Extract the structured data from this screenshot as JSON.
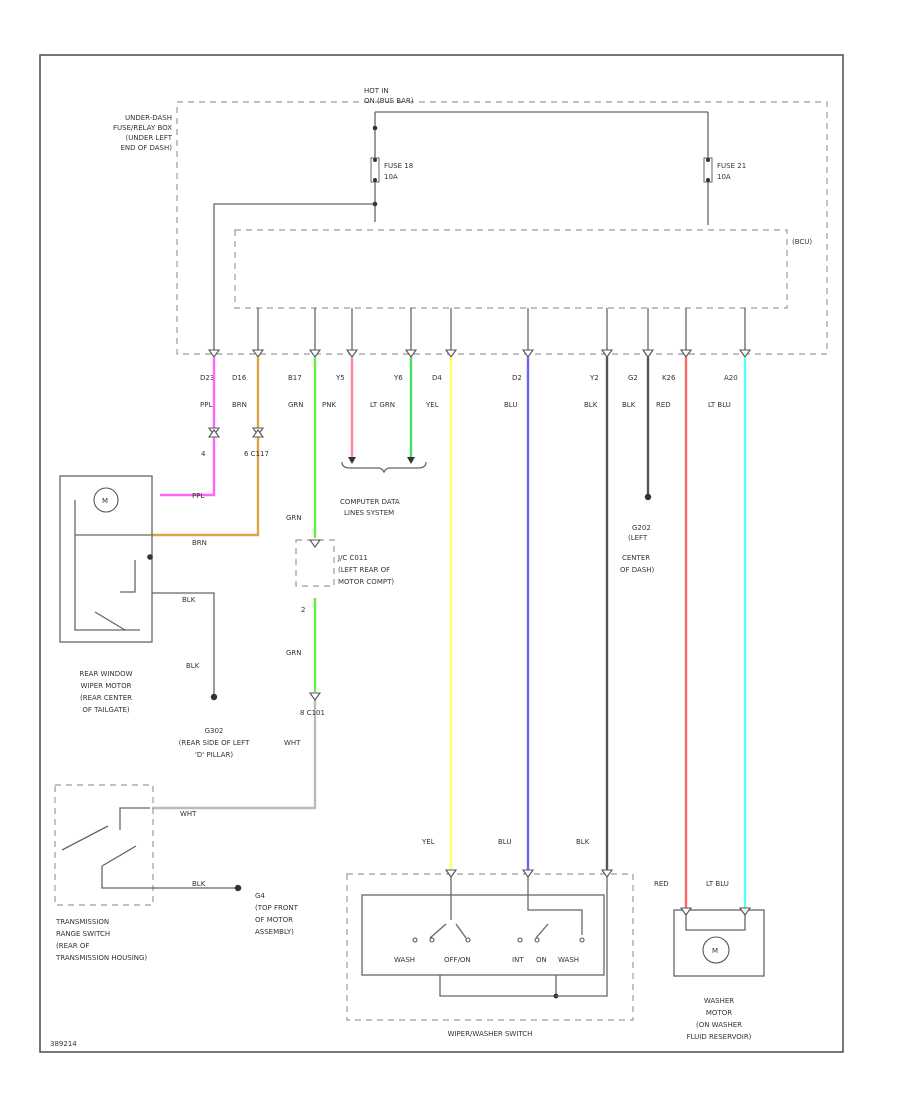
{
  "colors": {
    "ppl": "#ff66ff",
    "brn": "#d9a44a",
    "grn": "#66ee44",
    "pnk": "#ff8899",
    "ltgrn": "#44dd66",
    "yel": "#ffff66",
    "blu": "#6666ff",
    "blk": "#555555",
    "red": "#ff6666",
    "ltblu": "#55ffff",
    "wht": "#bbbbbb"
  },
  "labels": {
    "hot_in": "HOT IN",
    "bus_bar": "ON (BUS BAR)",
    "fusebox": [
      "UNDER-DASH",
      "FUSE/RELAY BOX",
      "(UNDER LEFT",
      "END OF DASH)"
    ],
    "fuse18": [
      "FUSE 18",
      "10A"
    ],
    "fuse21": [
      "FUSE 21",
      "10A"
    ],
    "bcu": "(BCU)",
    "pins": [
      "D23",
      "D16",
      "B17",
      "Y5",
      "Y6",
      "D4",
      "D2",
      "Y2",
      "G2",
      "K26",
      "A20"
    ],
    "wire_colors": [
      "PPL",
      "BRN",
      "GRN",
      "PNK",
      "LT GRN",
      "YEL",
      "BLU",
      "BLK",
      "BLK",
      "RED",
      "LT BLU"
    ],
    "c_left1": "4",
    "c_left2": "6  C117",
    "computer_data": [
      "COMPUTER DATA",
      "LINES SYSTEM"
    ],
    "wiper_ppl": "PPL",
    "wiper_brn": "BRN",
    "wiper_blk": "BLK",
    "blk_down": "BLK",
    "wiper_motor": [
      "REAR WINDOW",
      "WIPER MOTOR",
      "(REAR CENTER",
      "OF TAILGATE)"
    ],
    "g302": [
      "G302",
      "(REAR SIDE OF LEFT",
      "'D' PILLAR)"
    ],
    "grn_upper": "GRN",
    "j_c": [
      "J/C C011",
      "(LEFT REAR OF",
      "MOTOR COMPT)"
    ],
    "pin_small": "2",
    "grn_lower": "GRN",
    "c101": "8  C101",
    "wht1": "WHT",
    "wht2": "WHT",
    "trans_blk": "BLK",
    "trans_switch": [
      "TRANSMISSION",
      "RANGE SWITCH",
      "(REAR OF",
      "TRANSMISSION HOUSING)"
    ],
    "ground_g4": [
      "G4",
      "(TOP FRONT",
      "OF MOTOR",
      "ASSEMBLY)"
    ],
    "g202": [
      "G202",
      "(LEFT",
      "CENTER",
      "OF DASH)"
    ],
    "yel_low": "YEL",
    "blu_low": "BLU",
    "blk_low": "BLK",
    "red_low": "RED",
    "ltblu_low": "LT BLU",
    "switch_labels": [
      "WASH",
      "OFF/ON",
      "INT",
      "ON",
      "WASH"
    ],
    "wiper_switch": "WIPER/WASHER SWITCH",
    "washer_motor": [
      "WASHER",
      "MOTOR",
      "(ON WASHER",
      "FLUID RESERVOIR)"
    ],
    "motor_m": "M",
    "diagram_id": "389214"
  }
}
